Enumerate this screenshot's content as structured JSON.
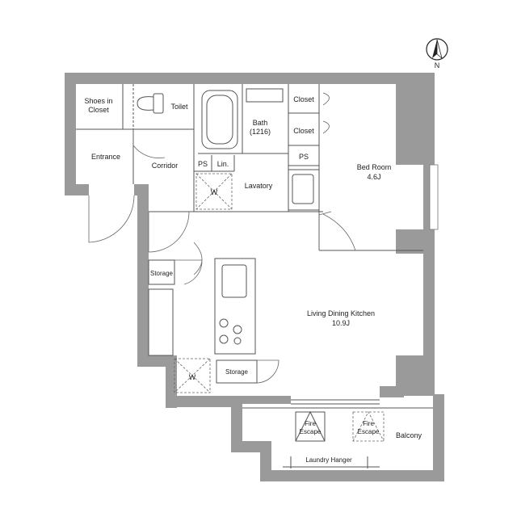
{
  "compass": {
    "north_label": "N",
    "icon": "north-arrow-icon"
  },
  "rooms": {
    "shoes_closet": [
      "Shoes in",
      "Closet"
    ],
    "toilet": "Toilet",
    "bath": [
      "Bath",
      "(1216)"
    ],
    "closet_1": "Closet",
    "closet_2": "Closet",
    "ps_1": "PS",
    "ps_2": "PS",
    "lin": "Lin.",
    "entrance": "Entrance",
    "corridor": "Corridor",
    "lavatory": "Lavatory",
    "bedroom": [
      "Bed Room",
      "4.6J"
    ],
    "ldk": [
      "Living Dining Kitchen",
      "10.9J"
    ],
    "storage_1": "Storage",
    "storage_2": "Storage",
    "washer_1": "W",
    "washer_2": "W",
    "fire_escape_1": [
      "Fire",
      "Escape"
    ],
    "fire_escape_2": [
      "Fire",
      "Escape"
    ],
    "balcony": "Balcony",
    "laundry_hanger": "Laundry Hanger"
  }
}
